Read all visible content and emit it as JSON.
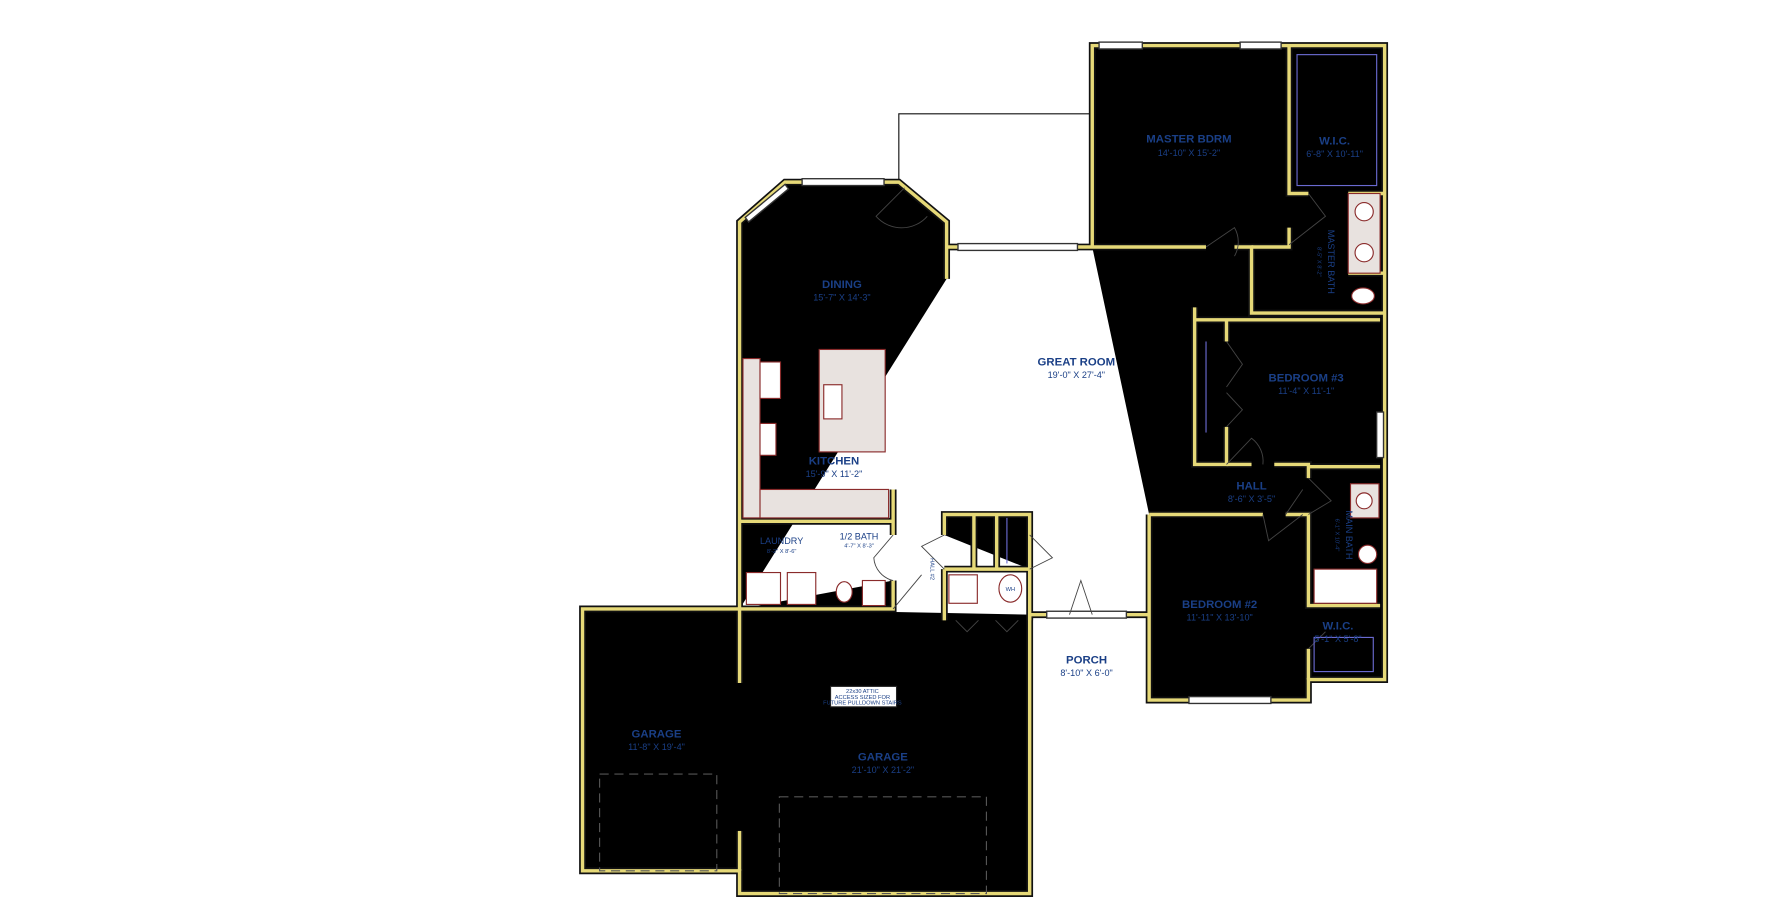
{
  "rooms": {
    "master_bdrm": {
      "name": "MASTER BDRM",
      "dim": "14'-10\" X 15'-2\""
    },
    "wic_master": {
      "name": "W.I.C.",
      "dim": "6'-8\" X 10'-11\""
    },
    "master_bath": {
      "name": "MASTER BATH",
      "dim": "8'-5\" X 8'-2\""
    },
    "dining": {
      "name": "DINING",
      "dim": "15'-7\" X 14'-3\""
    },
    "great_room": {
      "name": "GREAT ROOM",
      "dim": "19'-0\" X 27'-4\""
    },
    "bedroom3": {
      "name": "BEDROOM #3",
      "dim": "11'-4\" X 11'-1\""
    },
    "kitchen": {
      "name": "KITCHEN",
      "dim": "15'-9\" X 11'-2\""
    },
    "hall": {
      "name": "HALL",
      "dim": "8'-6\" X 3'-5\""
    },
    "main_bath": {
      "name": "MAIN BATH",
      "dim": "6'-1\" X 10'-4\""
    },
    "laundry": {
      "name": "LAUNDRY",
      "dim": "8'-2\" X 8'-6\""
    },
    "half_bath": {
      "name": "1/2 BATH",
      "dim": "4'-7\" X 8'-3\""
    },
    "hall2": {
      "name": "HALL #2"
    },
    "bedroom2": {
      "name": "BEDROOM #2",
      "dim": "11'-11\" X 13'-10\""
    },
    "wic2": {
      "name": "W.I.C.",
      "dim": "5'-1\" X 5'-8\""
    },
    "porch": {
      "name": "PORCH",
      "dim": "8'-10\" X 6'-0\""
    },
    "garage_small": {
      "name": "GARAGE",
      "dim": "11'-8\" X 19'-4\""
    },
    "garage_main": {
      "name": "GARAGE",
      "dim": "21'-10\" X 21'-2\""
    }
  },
  "notes": {
    "attic": [
      "22x30 ATTIC",
      "ACCESS SIZED FOR",
      "FUTURE PULLDOWN STAIRS"
    ],
    "wh": "WH"
  },
  "colors": {
    "wall": "#e6d978",
    "label": "#1a3f86",
    "fixture": "#8a2b2b"
  }
}
